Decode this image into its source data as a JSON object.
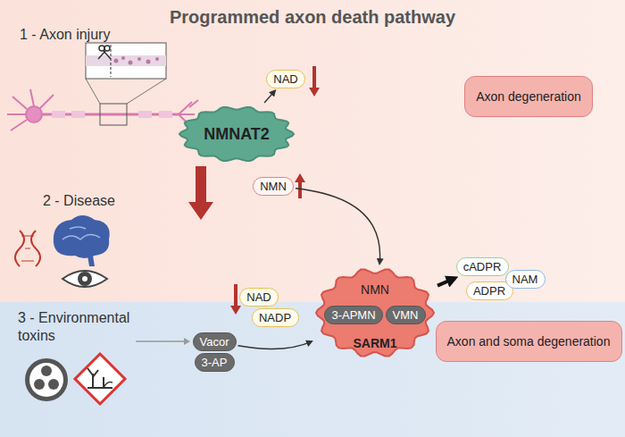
{
  "diagram": {
    "title": "Programmed axon death pathway",
    "nodes": [
      {
        "text": [
          "NMNAT2"
        ]
      },
      {
        "text": [
          "NAD"
        ]
      },
      {
        "text": [
          "NMN"
        ]
      },
      {
        "text": [
          "Axon degeneration"
        ]
      },
      {
        "text": [
          "NAD"
        ]
      },
      {
        "text": [
          "NADP"
        ]
      },
      {
        "text": [
          "NMN",
          "SARM1"
        ]
      },
      {
        "text": [
          "3-APMN"
        ],
        "in": 6
      },
      {
        "text": [
          "VMN"
        ],
        "in": 6
      },
      {
        "text": [
          "cADPR"
        ]
      },
      {
        "text": [
          "ADPR"
        ]
      },
      {
        "text": [
          "NAM"
        ]
      },
      {
        "text": [
          "Vacor"
        ]
      },
      {
        "text": [
          "3-AP"
        ]
      },
      {
        "text": [
          "Axon and soma degeneration"
        ]
      }
    ],
    "edges": [
      {
        "from": 0,
        "to": 1,
        "arrow": "to"
      },
      {
        "from": 2,
        "to": 6,
        "arrow": "to"
      },
      {
        "from": 6,
        "to": 9,
        "arrow": "to"
      },
      {
        "from": 12,
        "to": 6,
        "arrow": "to"
      }
    ],
    "labels": [
      "1 - Axon injury",
      "2 - Disease",
      "3 - Environmental toxins"
    ]
  }
}
